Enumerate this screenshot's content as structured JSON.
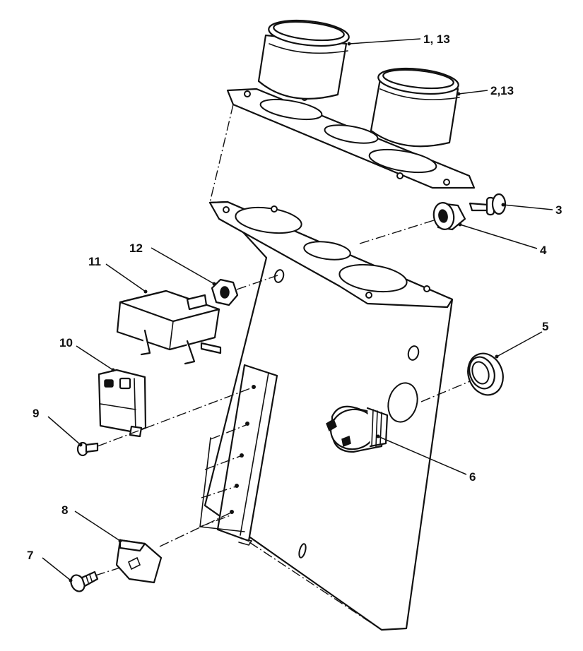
{
  "callouts": {
    "c1": "1, 13",
    "c2": "2,13",
    "c3": "3",
    "c4": "4",
    "c5": "5",
    "c6": "6",
    "c7": "7",
    "c8": "8",
    "c9": "9",
    "c10": "10",
    "c11": "11",
    "c12": "12"
  },
  "colors": {
    "ink": "#111111",
    "paper": "#ffffff"
  }
}
